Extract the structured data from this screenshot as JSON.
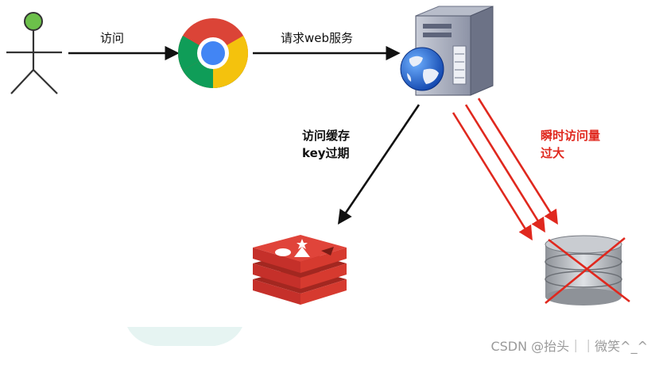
{
  "nodes": {
    "user": {
      "icon": "user-stick-figure-icon"
    },
    "browser": {
      "icon": "chrome-browser-icon"
    },
    "server": {
      "icon": "web-server-globe-icon"
    },
    "cache": {
      "icon": "redis-cache-icon"
    },
    "database": {
      "icon": "database-crossed-out-icon"
    }
  },
  "edges": {
    "user_to_browser": {
      "label": "访问"
    },
    "browser_to_server": {
      "label": "请求web服务"
    },
    "server_to_cache": {
      "label_line1": "访问缓存",
      "label_line2": "key过期"
    },
    "server_to_database": {
      "label_line1": "瞬时访问量",
      "label_line2": "过大"
    }
  },
  "colors": {
    "arrow_black": "#111111",
    "arrow_red": "#e0281e",
    "redis_red": "#d63a2f",
    "chrome_red": "#db4437",
    "chrome_yellow": "#f4c20d",
    "chrome_green": "#0f9d58",
    "chrome_blue": "#4285f4"
  },
  "watermark": "CSDN @抬头｜｜微笑^_^"
}
